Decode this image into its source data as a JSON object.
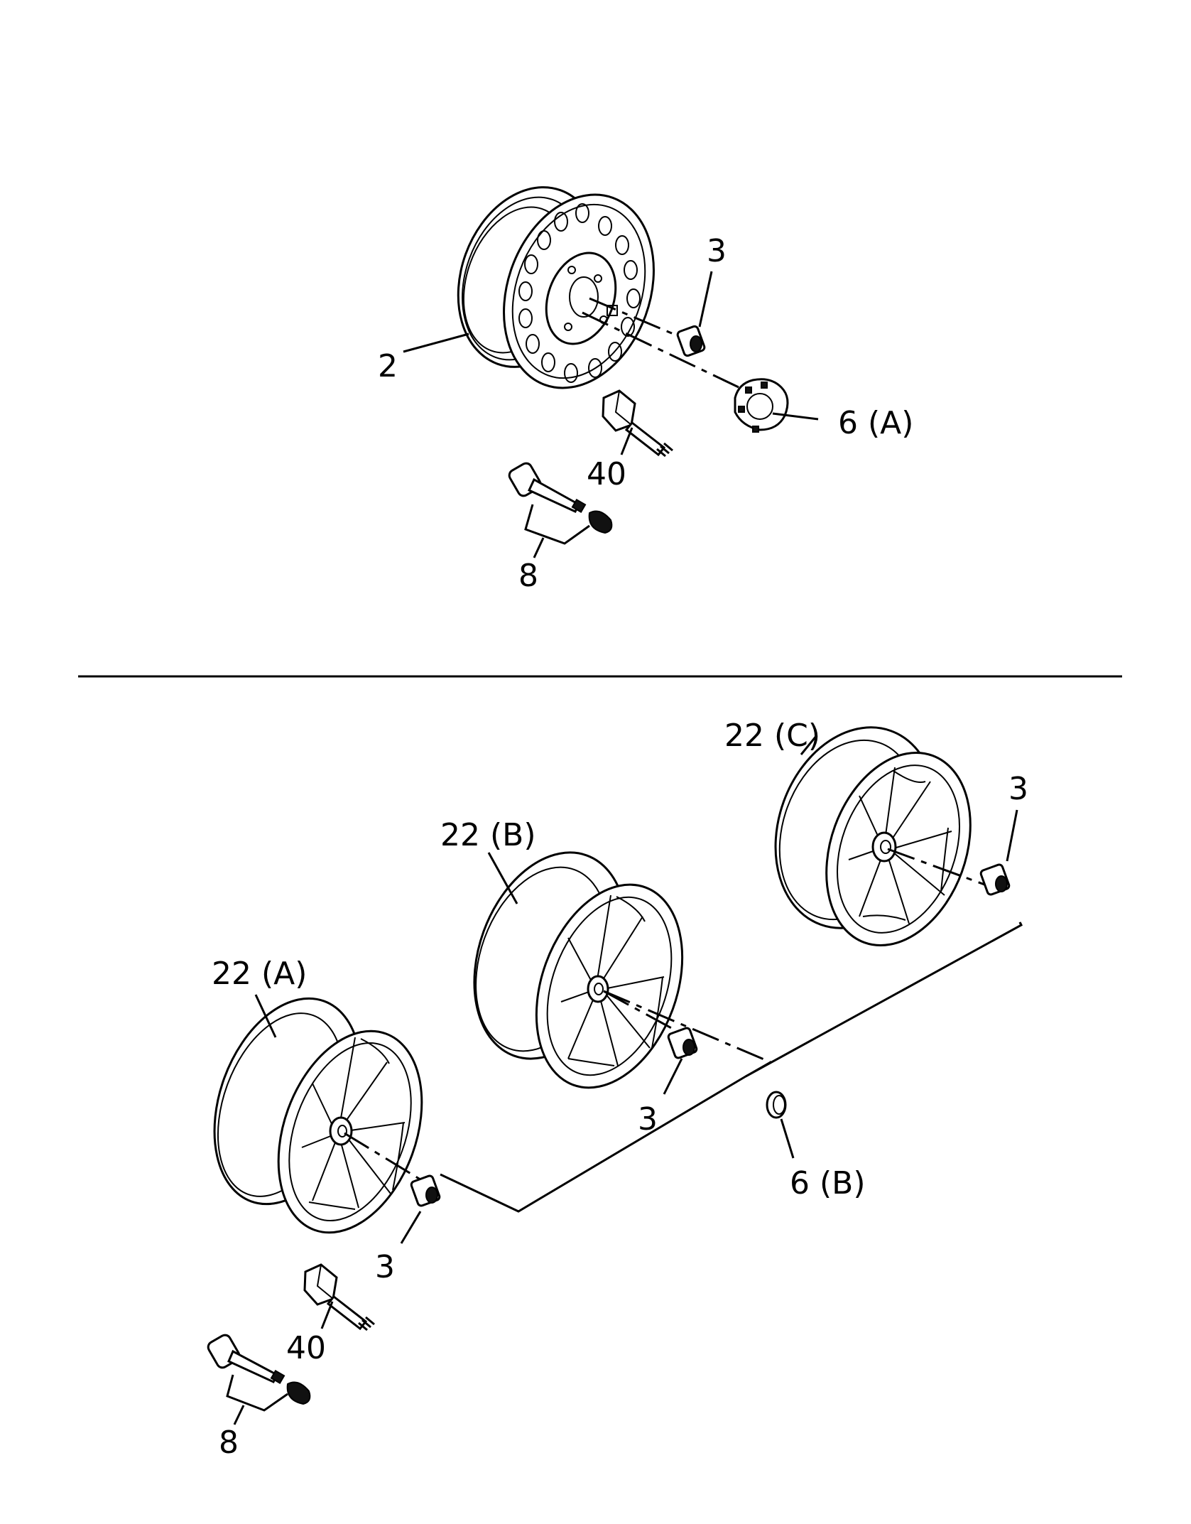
{
  "callouts": {
    "wheel_steel": "2",
    "nut_top": "3",
    "cap_a": "6 (A)",
    "sensor_top": "40",
    "valve_top": "8",
    "wheel_a": "22 (A)",
    "wheel_b": "22 (B)",
    "wheel_c": "22 (C)",
    "nut_a": "3",
    "nut_b": "3",
    "nut_c": "3",
    "cap_b": "6 (B)",
    "sensor_bottom": "40",
    "valve_bottom": "8"
  }
}
